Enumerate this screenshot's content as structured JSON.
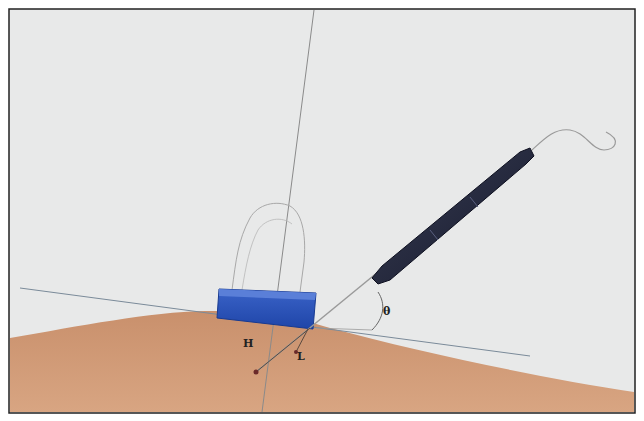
{
  "diagram": {
    "labels": [
      "H",
      "L",
      "θ"
    ]
  }
}
